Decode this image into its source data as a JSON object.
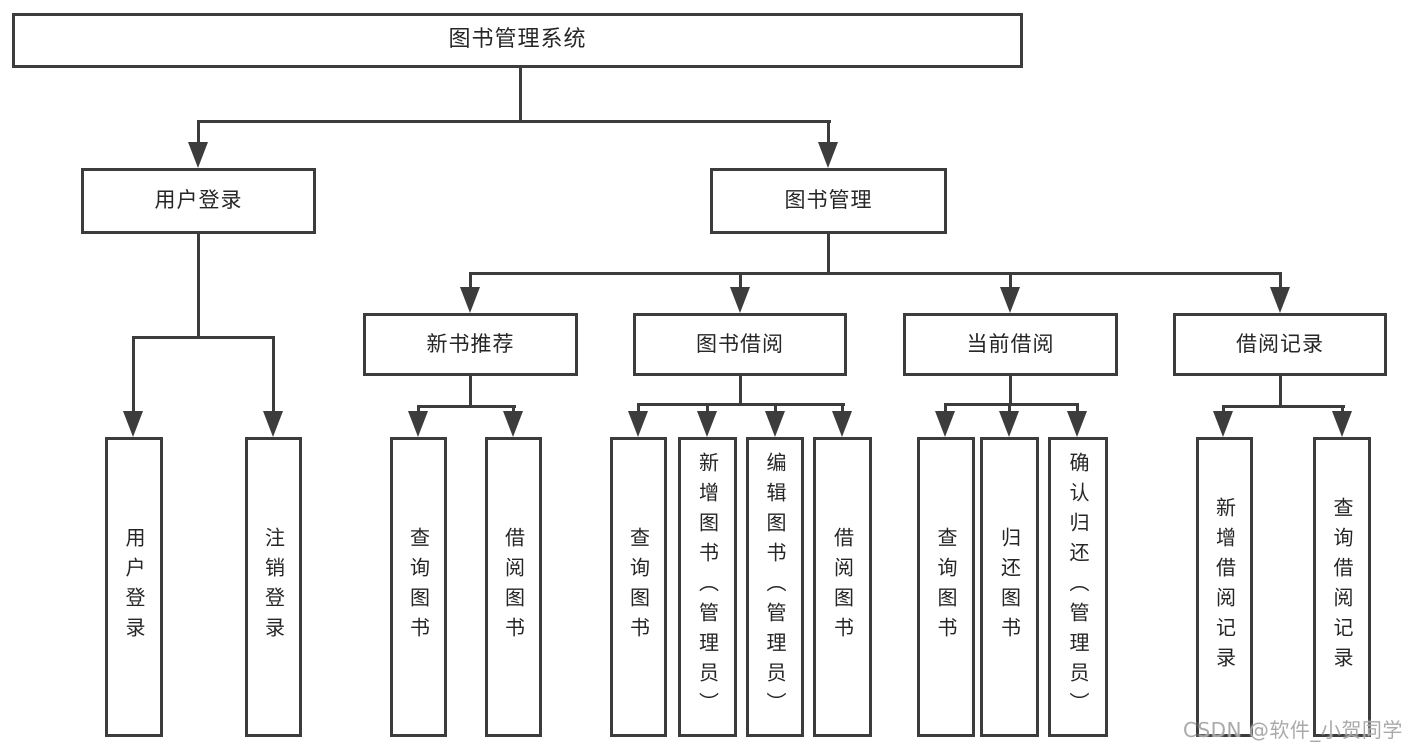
{
  "colors": {
    "line": "#3c3c3c",
    "box_border": "#3c3c3c",
    "box_fill": "#ffffff",
    "text": "#262626",
    "watermark": "#a5a5a5",
    "background": "#ffffff"
  },
  "watermark": {
    "text": "CSDN @软件_小贺同学"
  },
  "tree": {
    "label": "图书管理系统",
    "children": [
      {
        "label": "用户登录",
        "children": [
          {
            "label": "用户登录"
          },
          {
            "label": "注销登录"
          }
        ]
      },
      {
        "label": "图书管理",
        "children": [
          {
            "label": "新书推荐",
            "children": [
              {
                "label": "查询图书"
              },
              {
                "label": "借阅图书"
              }
            ]
          },
          {
            "label": "图书借阅",
            "children": [
              {
                "label": "查询图书"
              },
              {
                "label": "新增图书（管理员）"
              },
              {
                "label": "编辑图书（管理员）"
              },
              {
                "label": "借阅图书"
              }
            ]
          },
          {
            "label": "当前借阅",
            "children": [
              {
                "label": "查询图书"
              },
              {
                "label": "归还图书"
              },
              {
                "label": "确认归还（管理员）"
              }
            ]
          },
          {
            "label": "借阅记录",
            "children": [
              {
                "label": "新增借阅记录"
              },
              {
                "label": "查询借阅记录"
              }
            ]
          }
        ]
      }
    ]
  }
}
